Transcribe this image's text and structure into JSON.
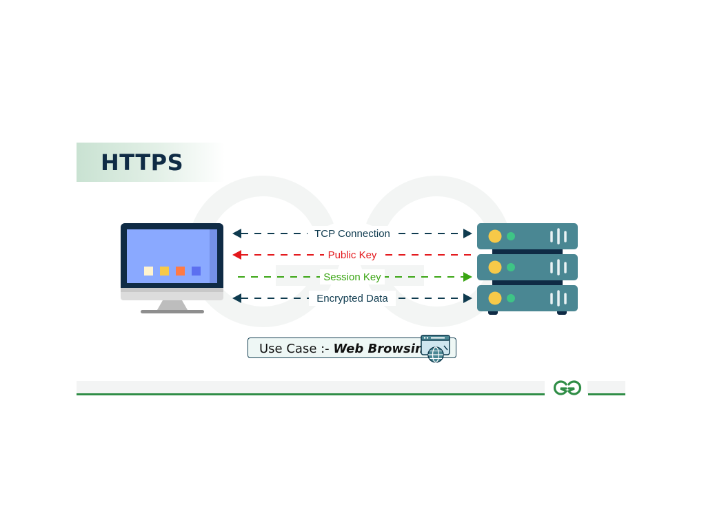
{
  "title": "HTTPS",
  "arrows": [
    {
      "label": "TCP Connection",
      "color": "#0f3b4f",
      "direction": "both"
    },
    {
      "label": "Public Key",
      "color": "#e3171b",
      "direction": "to-client"
    },
    {
      "label": "Session Key",
      "color": "#3aa513",
      "direction": "to-server"
    },
    {
      "label": "Encrypted Data",
      "color": "#0f3b4f",
      "direction": "both"
    }
  ],
  "use_case": {
    "prefix": "Use Case :- ",
    "value": "Web Browsing"
  },
  "icons": {
    "client": "desktop-monitor-icon",
    "server": "server-rack-icon",
    "web": "web-browser-globe-icon",
    "brand": "gfg-logo-icon",
    "watermark": "gfg-watermark-icon"
  },
  "colors": {
    "brand_green": "#2f8d46",
    "dark_navy": "#0f2b45",
    "server_teal": "#4a8793",
    "screen_blue": "#8aa9ff"
  }
}
